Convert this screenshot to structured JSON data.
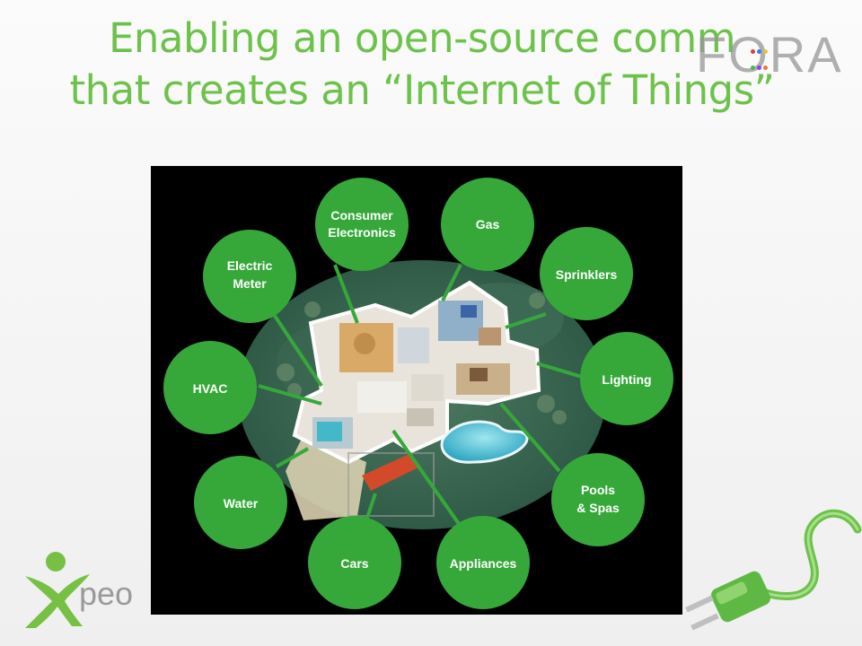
{
  "slide": {
    "title_line1": "Enabling an open-source comm",
    "title_line2": "that creates an “Internet of Things”",
    "watermark": "FORA",
    "footer_logo_text": "peo"
  },
  "colors": {
    "title_green": "#6cc24a",
    "bubble_green": "#36a83a",
    "panel_bg": "#000000"
  },
  "bubbles": [
    {
      "label_lines": [
        "Consumer",
        "Electronics"
      ]
    },
    {
      "label_lines": [
        "Gas"
      ]
    },
    {
      "label_lines": [
        "Sprinklers"
      ]
    },
    {
      "label_lines": [
        "Lighting"
      ]
    },
    {
      "label_lines": [
        "Pools",
        "& Spas"
      ]
    },
    {
      "label_lines": [
        "Appliances"
      ]
    },
    {
      "label_lines": [
        "Cars"
      ]
    },
    {
      "label_lines": [
        "Water"
      ]
    },
    {
      "label_lines": [
        "HVAC"
      ]
    },
    {
      "label_lines": [
        "Electric",
        "Meter"
      ]
    }
  ],
  "icons": {
    "logo": "xpeo-person-icon",
    "plug": "power-plug-icon"
  }
}
